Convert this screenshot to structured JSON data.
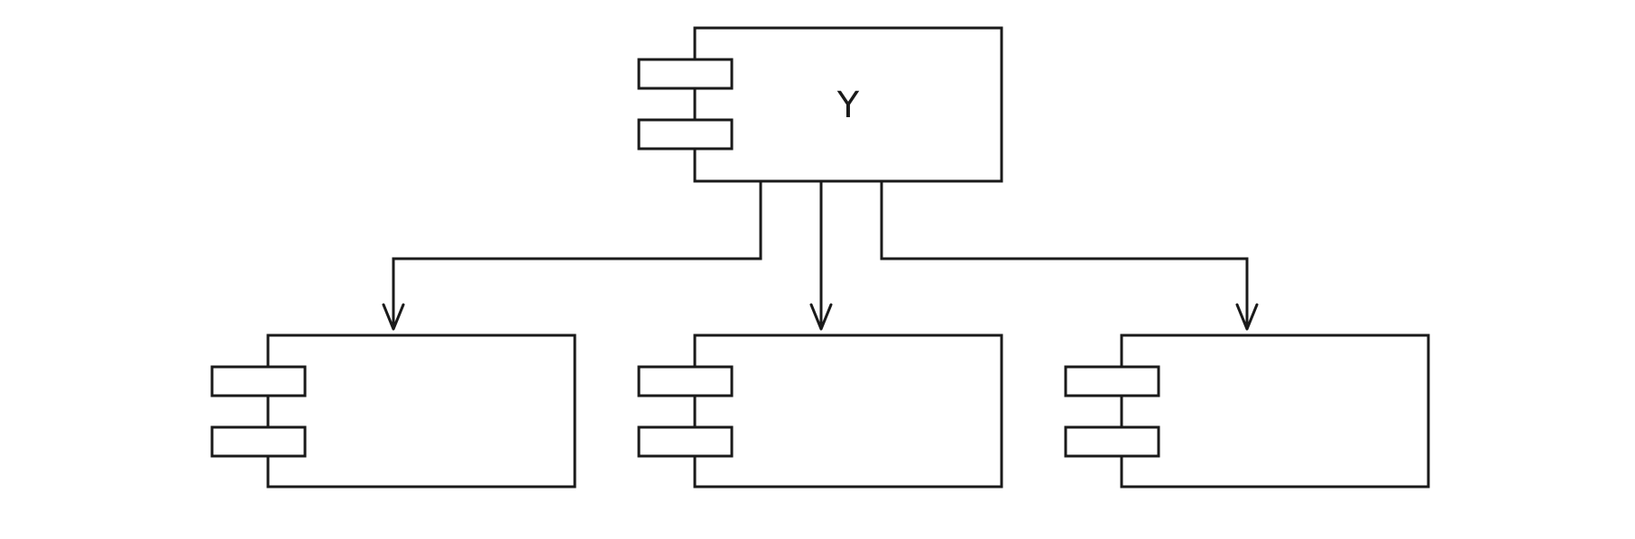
{
  "diagram": {
    "type": "uml-component-hierarchy",
    "parent": {
      "label": "Y"
    },
    "children": [
      {
        "label": ""
      },
      {
        "label": ""
      },
      {
        "label": ""
      }
    ],
    "edges": [
      {
        "from": "parent",
        "to": "child-1",
        "arrow": "open"
      },
      {
        "from": "parent",
        "to": "child-2",
        "arrow": "open"
      },
      {
        "from": "parent",
        "to": "child-3",
        "arrow": "open"
      }
    ],
    "colors": {
      "stroke": "#1a1a1a",
      "fill": "#ffffff",
      "background": "#ffffff"
    }
  }
}
